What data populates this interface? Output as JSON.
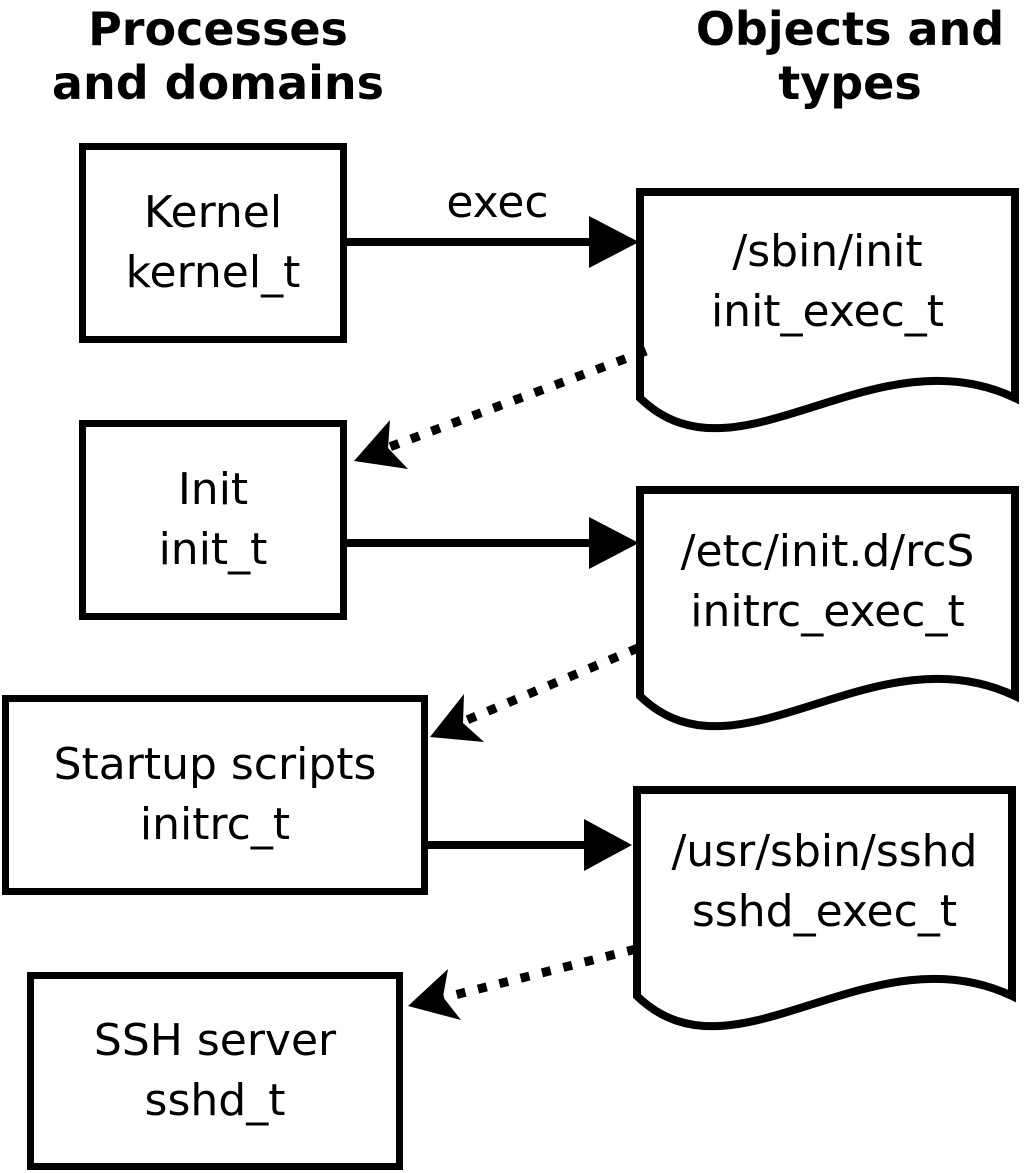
{
  "diagram": {
    "columns": {
      "left_header": {
        "line1": "Processes",
        "line2": "and domains"
      },
      "right_header": {
        "line1": "Objects and",
        "line2": "types"
      }
    },
    "processes": [
      {
        "name": "Kernel",
        "type": "kernel_t"
      },
      {
        "name": "Init",
        "type": "init_t"
      },
      {
        "name": "Startup scripts",
        "type": "initrc_t"
      },
      {
        "name": "SSH server",
        "type": "sshd_t"
      }
    ],
    "objects": [
      {
        "path": "/sbin/init",
        "type": "init_exec_t"
      },
      {
        "path": "/etc/init.d/rcS",
        "type": "initrc_exec_t"
      },
      {
        "path": "/usr/sbin/sshd",
        "type": "sshd_exec_t"
      }
    ],
    "edges": [
      {
        "from": "kernel_t",
        "to": "init_exec_t",
        "style": "solid",
        "label": "exec"
      },
      {
        "from": "init_exec_t",
        "to": "init_t",
        "style": "dotted",
        "label": ""
      },
      {
        "from": "init_t",
        "to": "initrc_exec_t",
        "style": "solid",
        "label": ""
      },
      {
        "from": "initrc_exec_t",
        "to": "initrc_t",
        "style": "dotted",
        "label": ""
      },
      {
        "from": "initrc_t",
        "to": "sshd_exec_t",
        "style": "solid",
        "label": ""
      },
      {
        "from": "sshd_exec_t",
        "to": "sshd_t",
        "style": "dotted",
        "label": ""
      }
    ],
    "colors": {
      "line": "#000000",
      "background": "#ffffff"
    }
  }
}
